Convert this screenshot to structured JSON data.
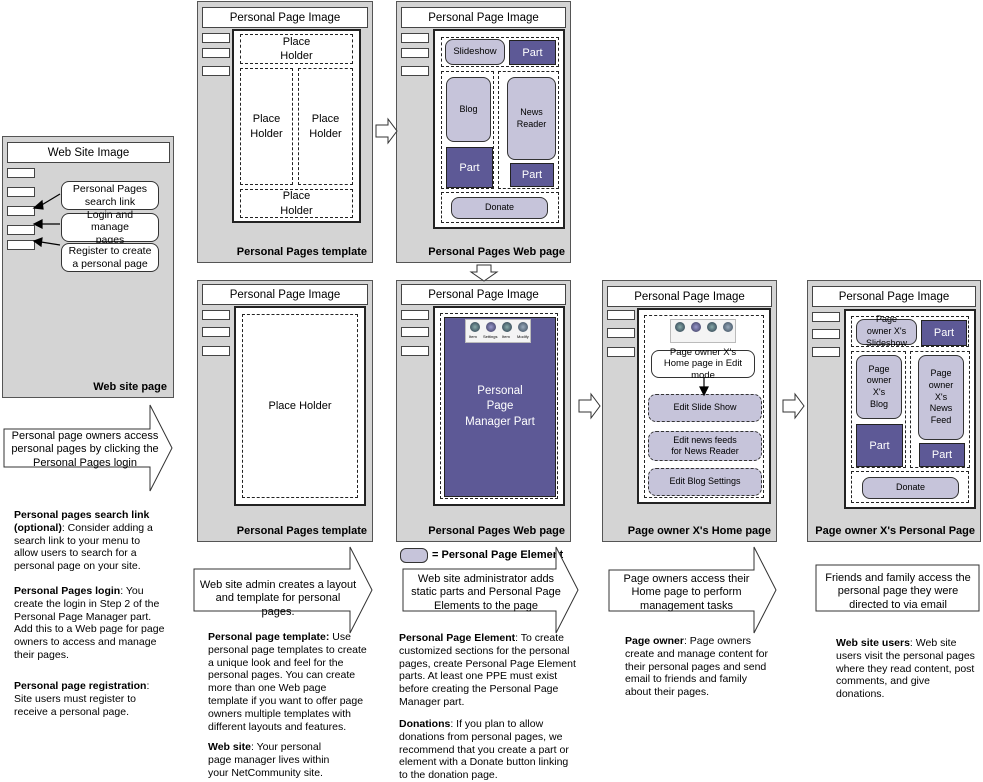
{
  "window_title": "Personal Page Image",
  "placeholder": "Place Holder",
  "website": {
    "title": "Web Site Image",
    "caption": "Web site page",
    "callouts": [
      "Personal Pages search link",
      "Login and manage pages",
      "Register to create a personal page"
    ]
  },
  "templates": {
    "top_caption": "Personal Pages template",
    "bottom_caption": "Personal Pages template"
  },
  "webpage_top": {
    "caption": "Personal Pages Web page",
    "slideshow": "Slideshow",
    "part": "Part",
    "blog": "Blog",
    "news_reader": "News Reader",
    "donate": "Donate"
  },
  "webpage_bottom": {
    "caption": "Personal Pages Web page",
    "manager_part": "Personal Page Manager Part",
    "mini_labels": [
      "Item",
      "Settings",
      "Item",
      "Modify"
    ]
  },
  "home": {
    "caption": "Page owner X's Home page",
    "edit_mode": "Page owner X's Home page in Edit mode",
    "edit_slideshow": "Edit Slide Show",
    "edit_news": "Edit news feeds for News Reader",
    "edit_blog": "Edit Blog Settings"
  },
  "personal": {
    "caption": "Page owner X's Personal Page",
    "slideshow": "Page owner X's Slideshow",
    "part": "Part",
    "blog": "Page owner X's Blog",
    "news": "Page owner X's News Feed",
    "donate": "Donate"
  },
  "legend": "= Personal Page Element",
  "flows": {
    "left": "Personal page owners access personal pages by clicking the Personal Pages login",
    "admin": "Web site admin creates a layout and template for personal pages.",
    "static": "Web site administrator adds static parts and Personal Page Elements to the page",
    "owners": "Page owners access their Home page to perform management tasks",
    "friends": "Friends and family access the personal page they were directed to via email"
  },
  "notes": {
    "search_title": "Personal pages search link (optional)",
    "search_body": ": Consider adding a search link to your menu to allow users to search for a personal page on your site.",
    "login_title": "Personal Pages login",
    "login_body": ": You create the login in Step 2 of the Personal Page Manager part. Add this to a Web page for page owners to access and manage their pages.",
    "reg_title": "Personal page registration",
    "reg_body": ": Site users must register to receive a personal page.",
    "template_title": "Personal page template:",
    "template_body": " Use personal page templates to create a unique look and feel for the personal pages. You can create more than one Web page template if you want to offer page owners multiple templates with different layouts and features.",
    "website_title": "Web site",
    "website_body": ": Your personal page manager lives within your NetCommunity site.",
    "ppe_title": "Personal Page Element",
    "ppe_body": ": To create customized sections for the personal pages, create Personal Page Element parts. At least one PPE must exist before creating the Personal Page Manager part.",
    "don_title": "Donations",
    "don_body": ": If you plan to allow donations from personal pages, we recommend that you create a part or element with a Donate button linking to the donation page.",
    "owner_title": "Page owner",
    "owner_body": ": Page owners create and manage content for their personal pages and send email to friends and family about their pages.",
    "users_title": "Web site users",
    "users_body": ": Web site users visit the personal pages where they read content, post comments, and give donations."
  }
}
